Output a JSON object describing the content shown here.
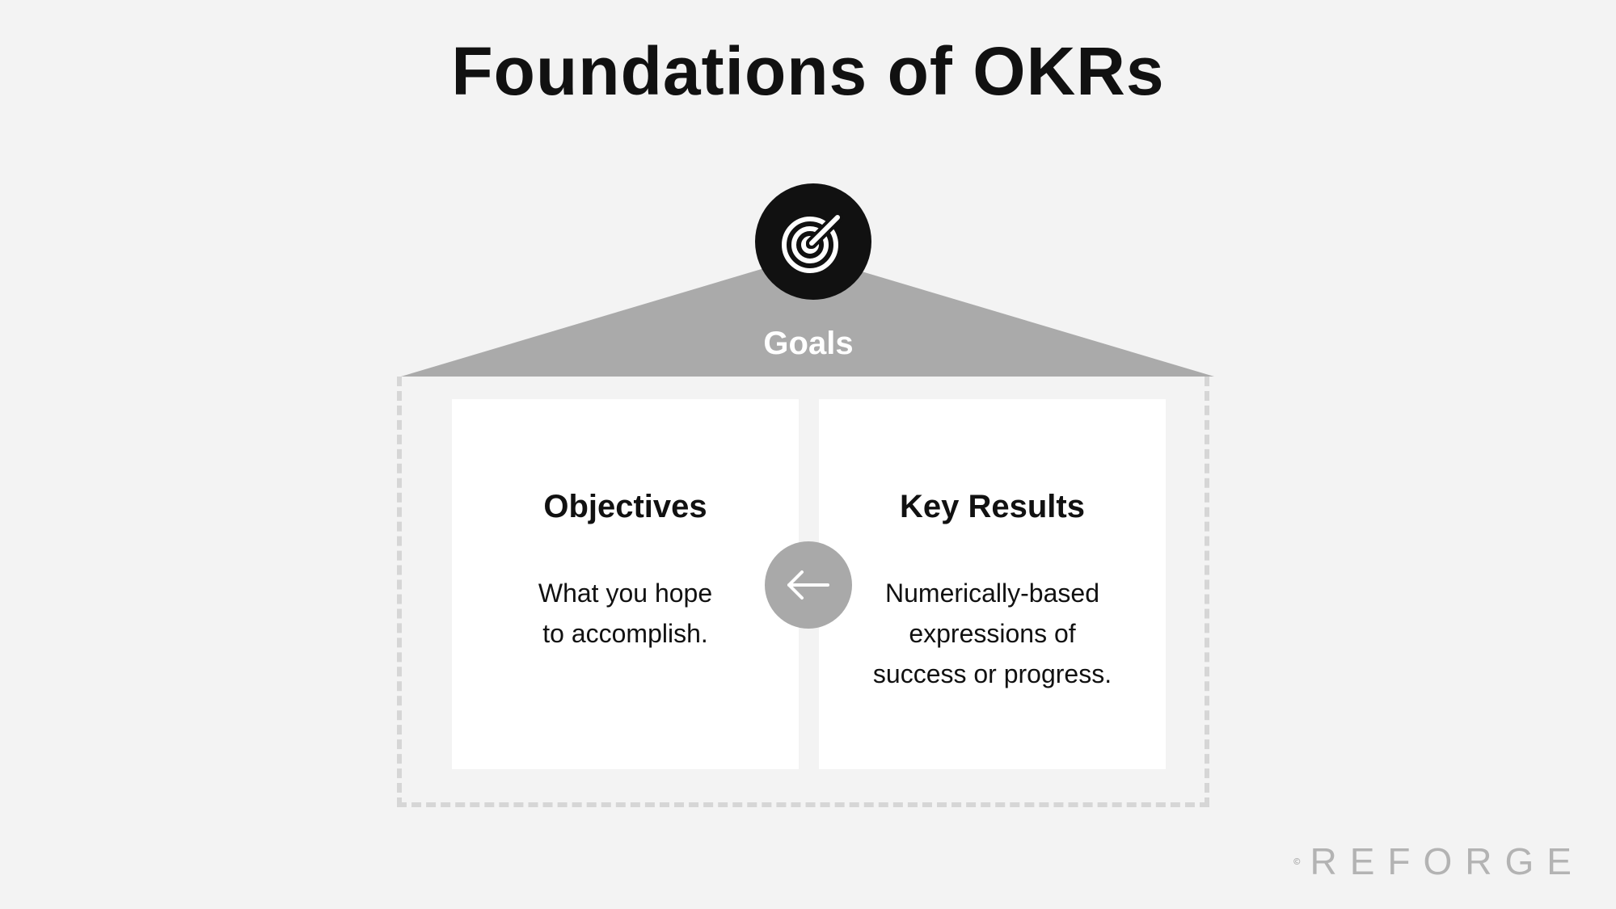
{
  "title": "Foundations of OKRs",
  "goals": {
    "label": "Goals",
    "icon": "target-icon"
  },
  "objectives": {
    "title": "Objectives",
    "description_lines": [
      "What you hope",
      "to accomplish."
    ]
  },
  "key_results": {
    "title": "Key Results",
    "description_lines": [
      "Numerically-based",
      "expressions of",
      "success or progress."
    ]
  },
  "connector": {
    "icon": "arrow-left-icon"
  },
  "watermark": {
    "text": "REFORGE",
    "icon": "copyright-icon"
  },
  "colors": {
    "background": "#f3f3f3",
    "roof": "#aaaaaa",
    "badge": "#111111",
    "arrow_badge": "#a9a9a9",
    "card": "#ffffff",
    "dashed_border": "#d6d6d6",
    "watermark": "#b3b3b3"
  }
}
